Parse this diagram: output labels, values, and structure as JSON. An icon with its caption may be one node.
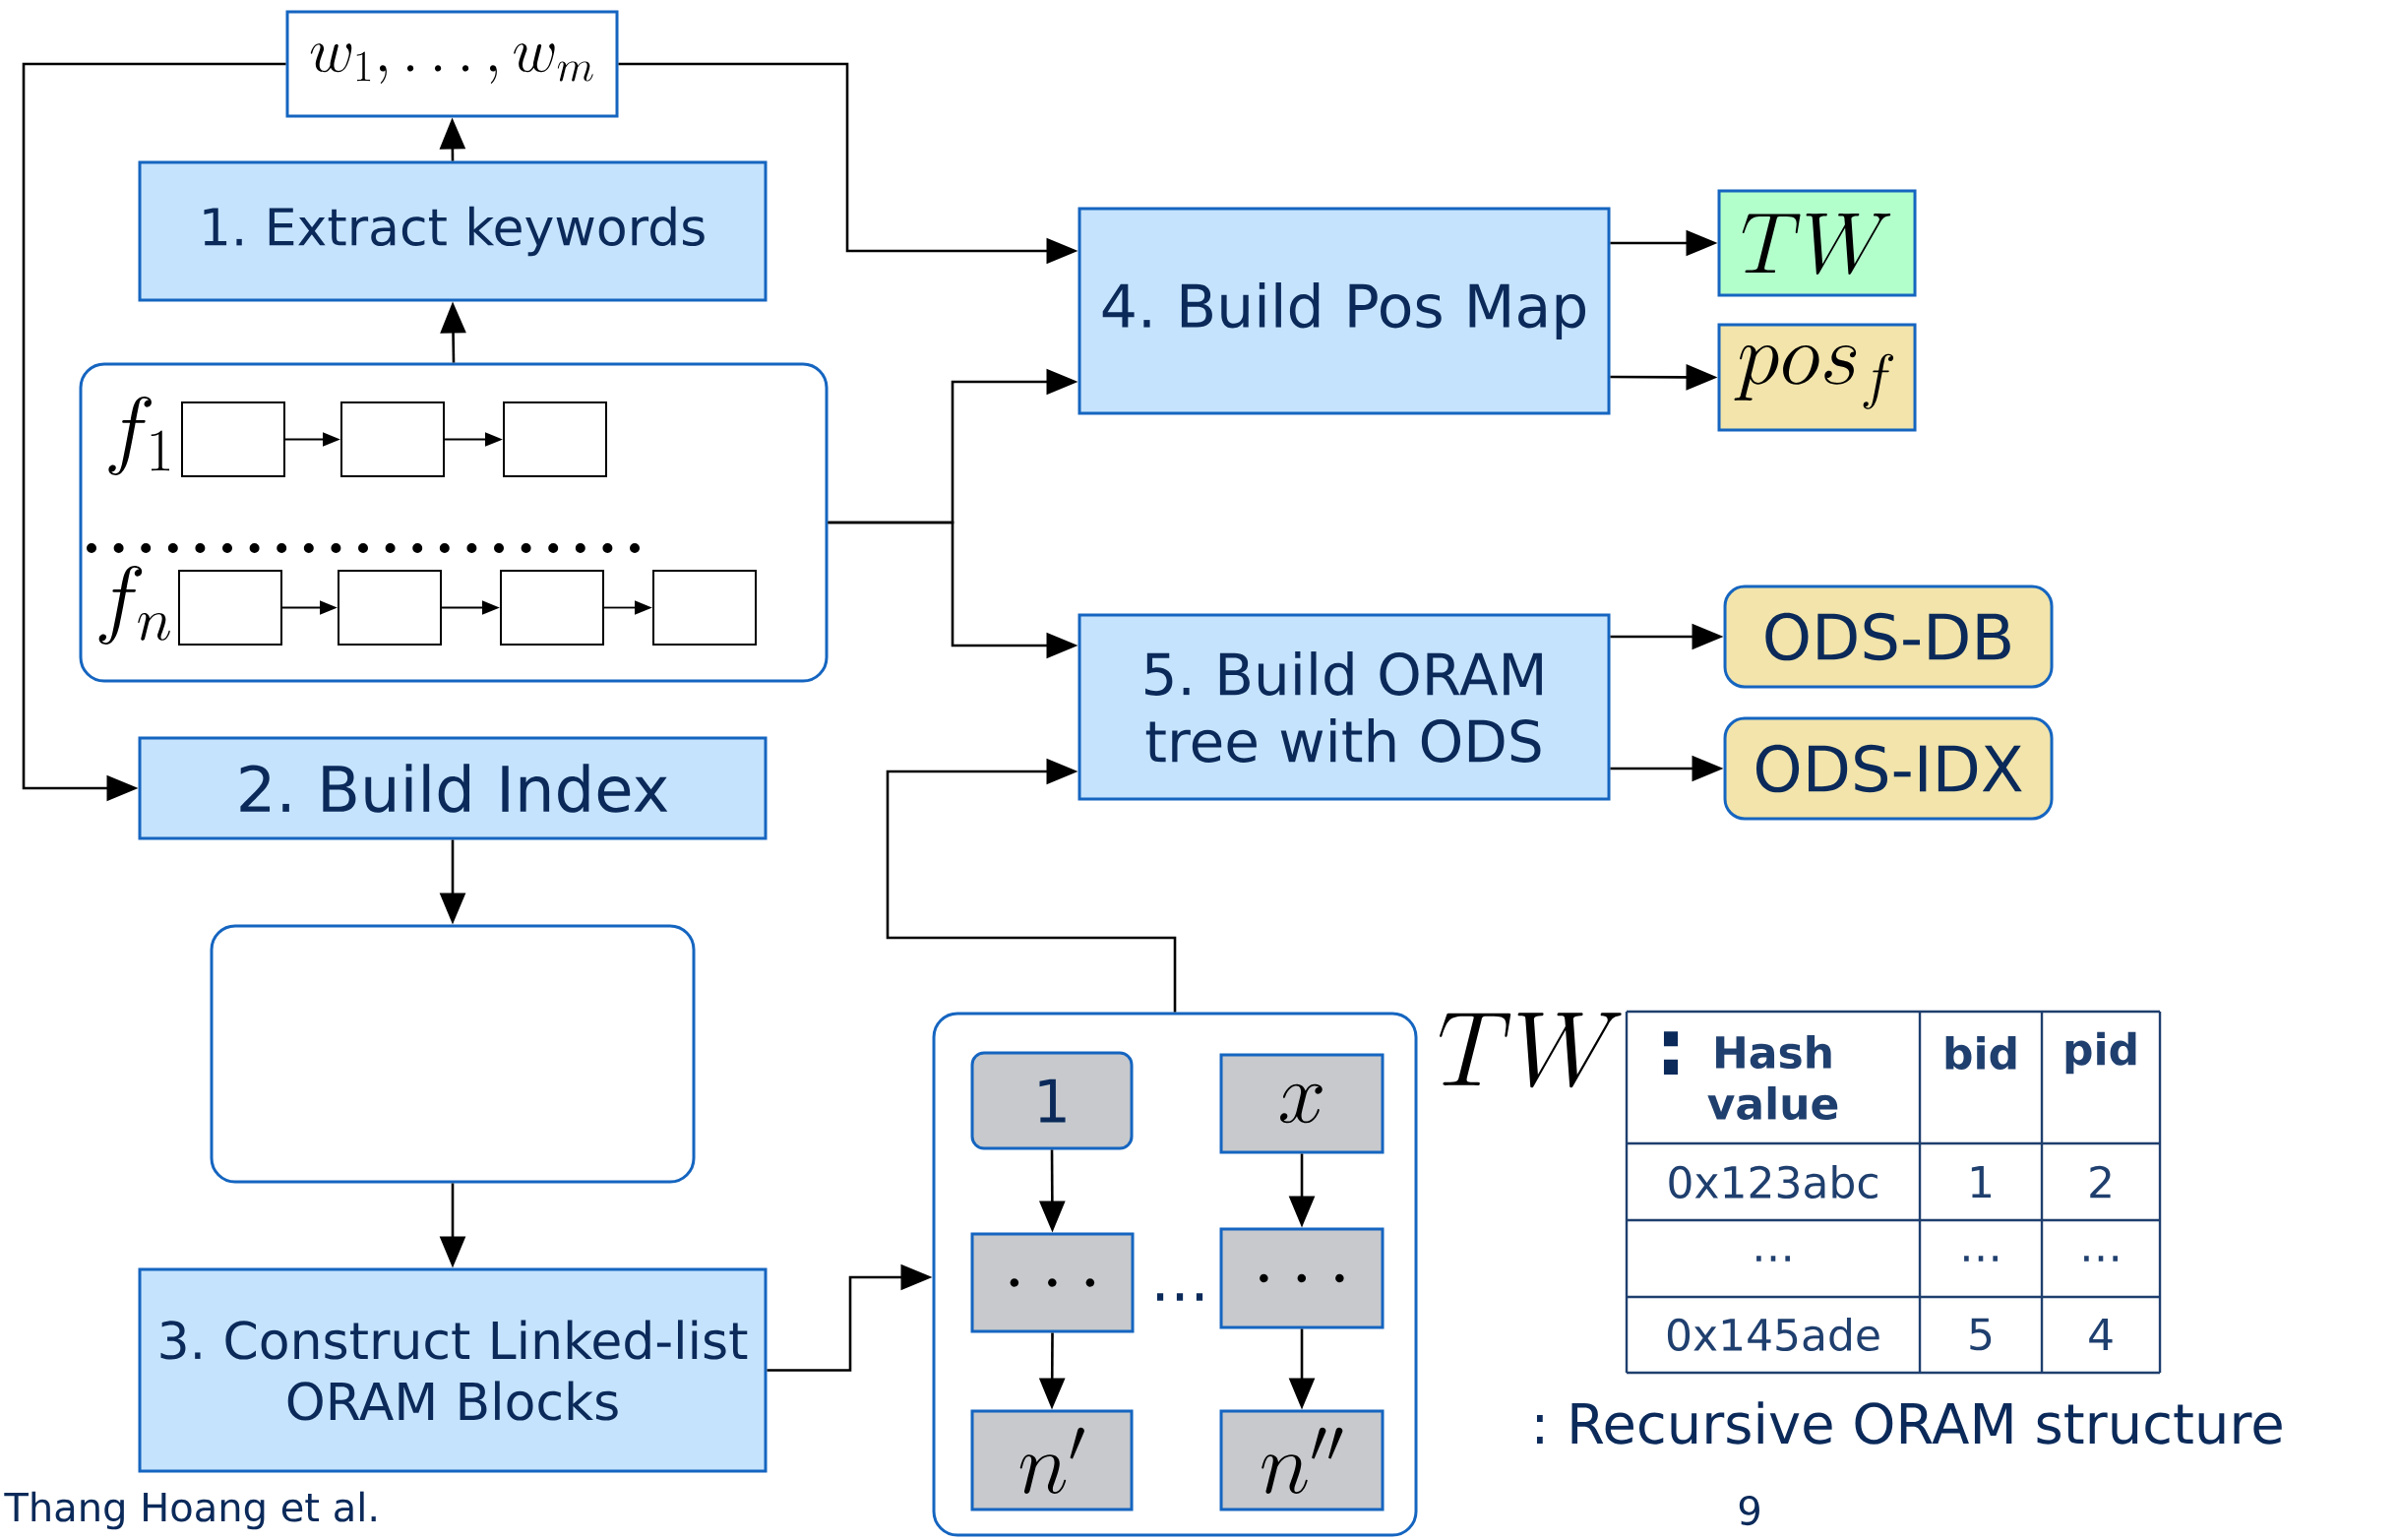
{
  "diagram": {
    "nodes": [
      {
        "text": [
          "w_1,\\ldots,w_m"
        ]
      },
      {
        "text": [
          "1. Extract keywords"
        ]
      },
      {
        "text": [
          "f_1",
          "f_n"
        ]
      },
      {
        "text": [],
        "shape": "box",
        "in": 2
      },
      {
        "text": [],
        "shape": "box",
        "in": 2
      },
      {
        "text": [],
        "shape": "box",
        "in": 2
      },
      {
        "text": [],
        "shape": "box",
        "in": 2
      },
      {
        "text": [],
        "shape": "box",
        "in": 2
      },
      {
        "text": [],
        "shape": "box",
        "in": 2
      },
      {
        "text": [],
        "shape": "box",
        "in": 2
      },
      {
        "text": [
          "2. Build Index"
        ]
      },
      {
        "text": [],
        "shape": "box"
      },
      {
        "text": [
          "3. Construct Linked-list ORAM Blocks"
        ]
      },
      {
        "text": [
          "4. Build Pos Map"
        ]
      },
      {
        "text": [
          "TW"
        ]
      },
      {
        "text": [
          "pos_f"
        ]
      },
      {
        "text": [
          "5. Build ORAM tree with ODS"
        ]
      },
      {
        "text": [
          "ODS-DB"
        ]
      },
      {
        "text": [
          "ODS-IDX"
        ]
      },
      {
        "text": [],
        "shape": "box"
      },
      {
        "text": [
          "1"
        ],
        "in": 19
      },
      {
        "text": [
          "x"
        ],
        "in": 19
      },
      {
        "text": [
          "\\ldots"
        ],
        "in": 19
      },
      {
        "text": [
          "\\ldots"
        ],
        "in": 19
      },
      {
        "text": [
          "n'"
        ],
        "in": 19
      },
      {
        "text": [
          "n''"
        ],
        "in": 19
      }
    ],
    "edges": [
      {
        "from": 1,
        "to": 0,
        "arrow": "to"
      },
      {
        "from": 2,
        "to": 1,
        "arrow": "to"
      },
      {
        "from": 3,
        "to": 4,
        "arrow": "to"
      },
      {
        "from": 4,
        "to": 5,
        "arrow": "to"
      },
      {
        "from": 6,
        "to": 7,
        "arrow": "to"
      },
      {
        "from": 7,
        "to": 8,
        "arrow": "to"
      },
      {
        "from": 8,
        "to": 9,
        "arrow": "to"
      },
      {
        "from": 0,
        "to": 10,
        "arrow": "to"
      },
      {
        "from": 0,
        "to": 13,
        "arrow": "to"
      },
      {
        "from": 2,
        "to": 13,
        "arrow": "to"
      },
      {
        "from": 2,
        "to": 16,
        "arrow": "to"
      },
      {
        "from": 10,
        "to": 11,
        "arrow": "to"
      },
      {
        "from": 11,
        "to": 12,
        "arrow": "to"
      },
      {
        "from": 12,
        "to": 19,
        "arrow": "to"
      },
      {
        "from": 19,
        "to": 16,
        "arrow": "to"
      },
      {
        "from": 13,
        "to": 14,
        "arrow": "to"
      },
      {
        "from": 13,
        "to": 15,
        "arrow": "to"
      },
      {
        "from": 16,
        "to": 17,
        "arrow": "to"
      },
      {
        "from": 16,
        "to": 18,
        "arrow": "to"
      },
      {
        "from": 20,
        "to": 22,
        "arrow": "to"
      },
      {
        "from": 22,
        "to": 24,
        "arrow": "to"
      },
      {
        "from": 21,
        "to": 23,
        "arrow": "to"
      },
      {
        "from": 23,
        "to": 25,
        "arrow": "to"
      }
    ],
    "labels": [
      "…",
      "TW",
      ":",
      "Hash value",
      "bid",
      "pid",
      "0x123abc",
      "1",
      "2",
      "…",
      "…",
      "…",
      "0x145ade",
      "5",
      "4",
      ": Recursive ORAM structure",
      "Thang Hoang et al.",
      "9"
    ]
  }
}
